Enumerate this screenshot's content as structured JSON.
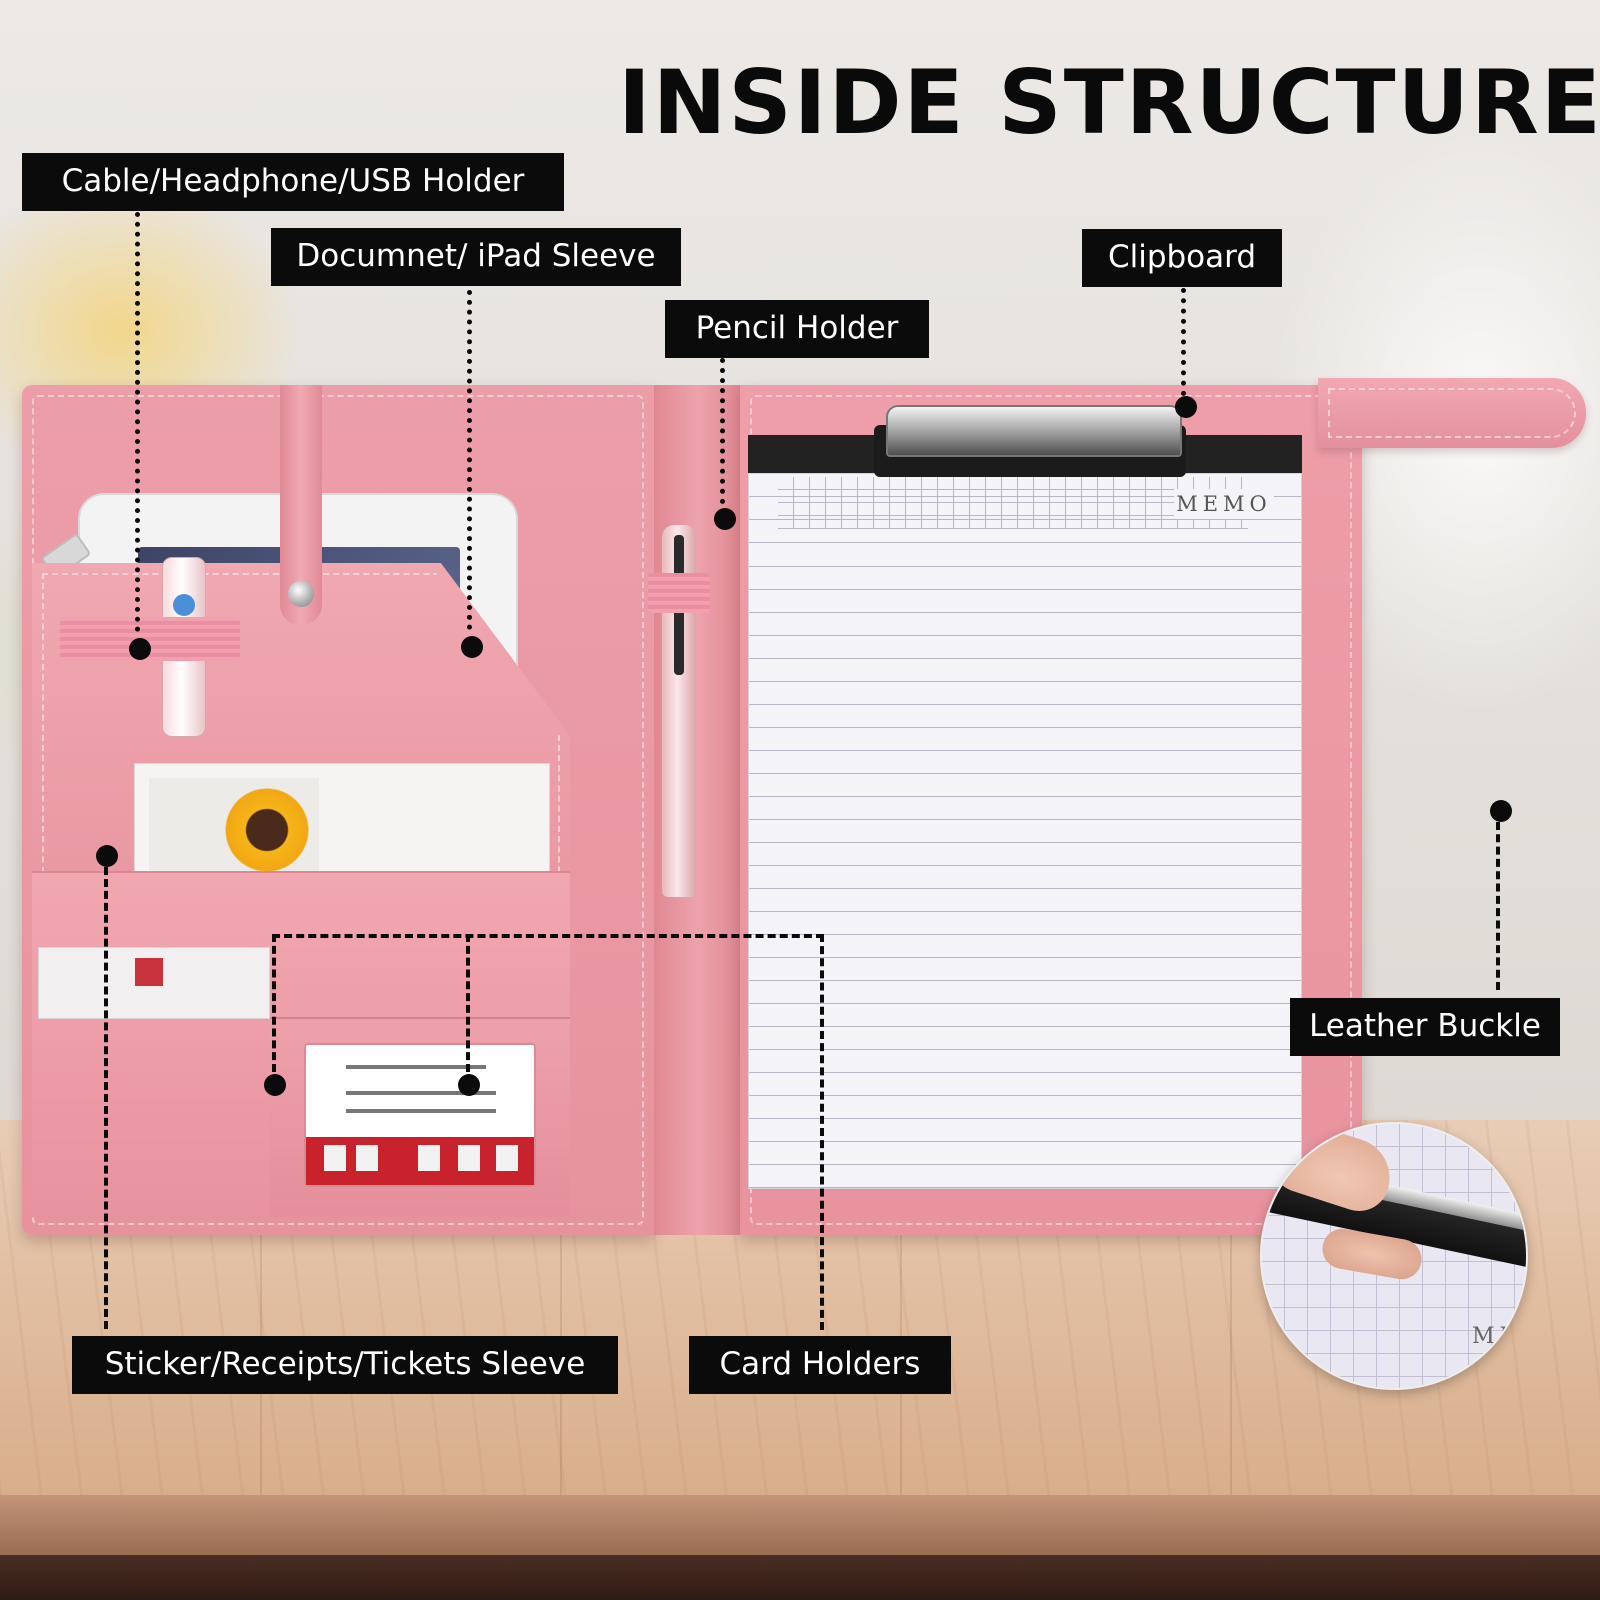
{
  "title": "INSIDE STRUCTURE",
  "labels": {
    "cable_holder": "Cable/Headphone/USB Holder",
    "document_sleeve": "Documnet/ iPad Sleeve",
    "pencil_holder": "Pencil Holder",
    "clipboard": "Clipboard",
    "leather_buckle": "Leather Buckle",
    "sticker_sleeve": "Sticker/Receipts/Tickets Sleeve",
    "card_holders": "Card Holders"
  },
  "notepad": {
    "header": "MEMO"
  },
  "inset": {
    "memo_fragment": "ME"
  },
  "colors": {
    "folio_pink": "#e8939e",
    "label_bg": "#0b0b0b",
    "label_text": "#ffffff",
    "title_text": "#0a0a0a"
  }
}
